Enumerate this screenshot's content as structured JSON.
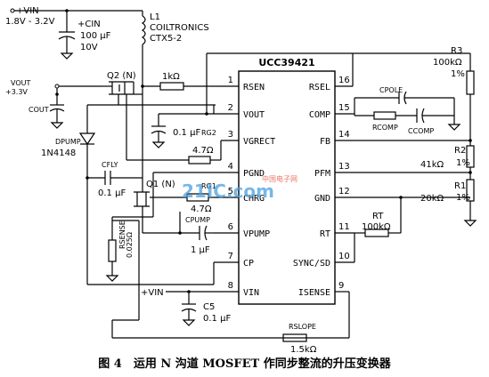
{
  "chip": {
    "title": "UCC39421",
    "left_pins": [
      {
        "num": "1",
        "name": "RSEN"
      },
      {
        "num": "2",
        "name": "VOUT"
      },
      {
        "num": "3",
        "name": "VGRECT"
      },
      {
        "num": "4",
        "name": "PGND"
      },
      {
        "num": "5",
        "name": "CHRG"
      },
      {
        "num": "6",
        "name": "VPUMP"
      },
      {
        "num": "7",
        "name": "CP"
      },
      {
        "num": "8",
        "name": "VIN"
      }
    ],
    "right_pins": [
      {
        "num": "16",
        "name": "RSEL"
      },
      {
        "num": "15",
        "name": "COMP"
      },
      {
        "num": "14",
        "name": "FB"
      },
      {
        "num": "13",
        "name": "PFM"
      },
      {
        "num": "12",
        "name": "GND"
      },
      {
        "num": "11",
        "name": "RT"
      },
      {
        "num": "10",
        "name": "SYNC/SD"
      },
      {
        "num": "9",
        "name": "ISENSE"
      }
    ]
  },
  "labels": {
    "vin_top": "+VIN",
    "vin_range": "1.8V - 3.2V",
    "cin": "+CIN",
    "cin_val": "100 μF",
    "cin_volt": "10V",
    "l1": "L1",
    "l1_mfr": "COILTRONICS",
    "l1_part": "CTX5-2",
    "vout": "VOUT",
    "vout_val": "+3.3V",
    "cout": "COUT",
    "q2": "Q2 (N)",
    "r1k": "1kΩ",
    "c01": "0.1 μF",
    "rg2": "RG2",
    "rg2_val": "4.7Ω",
    "dpump": "DPUMP",
    "dpump_part": "1N4148",
    "cfly": "CFLY",
    "cfly_val": "0.1 μF",
    "q1": "Q1 (N)",
    "rg1": "RG1",
    "rg1_val": "4.7Ω",
    "rsense_val": "0.025Ω",
    "rsense": "RSENSE",
    "cpump": "CPUMP",
    "cpump_val": "1 μF",
    "vin_bottom": "+VIN",
    "c5": "C5",
    "c5_val": "0.1 μF",
    "rslope": "RSLOPE",
    "rslope_val": "1.5kΩ",
    "r3": "R3",
    "r3_val": "100kΩ",
    "r3_tol": "1%",
    "cpole": "CPOLE",
    "rcomp": "RCOMP",
    "ccomp": "CCOMP",
    "r2": "R2",
    "r2_val": "41kΩ",
    "r2_tol": "1%",
    "r1": "R1",
    "r1_val": "20kΩ",
    "r1_tol": "1%",
    "rt": "RT",
    "rt_val": "100kΩ"
  },
  "watermark": {
    "main": "21IC.com",
    "sub": "中国电子网"
  },
  "caption": "图 4　运用 N 沟道 MOSFET 作同步整流的升压变换器"
}
